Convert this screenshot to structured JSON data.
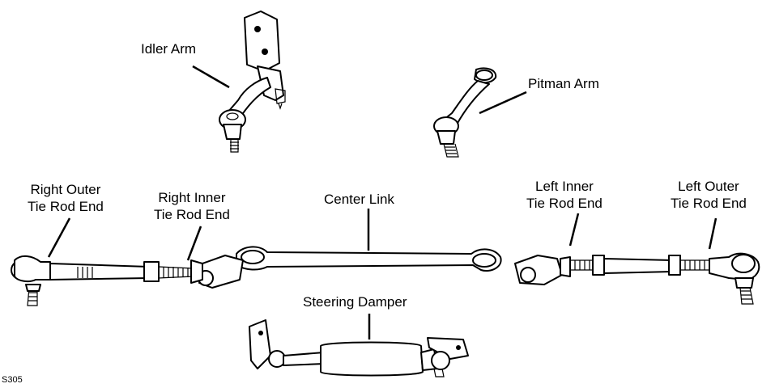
{
  "labels": {
    "idler_arm": "Idler Arm",
    "pitman_arm": "Pitman Arm",
    "right_outer_line1": "Right Outer",
    "right_outer_line2": "Tie Rod End",
    "right_inner_line1": "Right Inner",
    "right_inner_line2": "Tie Rod End",
    "center_link": "Center Link",
    "left_inner_line1": "Left Inner",
    "left_inner_line2": "Tie Rod End",
    "left_outer_line1": "Left Outer",
    "left_outer_line2": "Tie Rod End",
    "steering_damper": "Steering Damper"
  },
  "figure_id": "S305"
}
